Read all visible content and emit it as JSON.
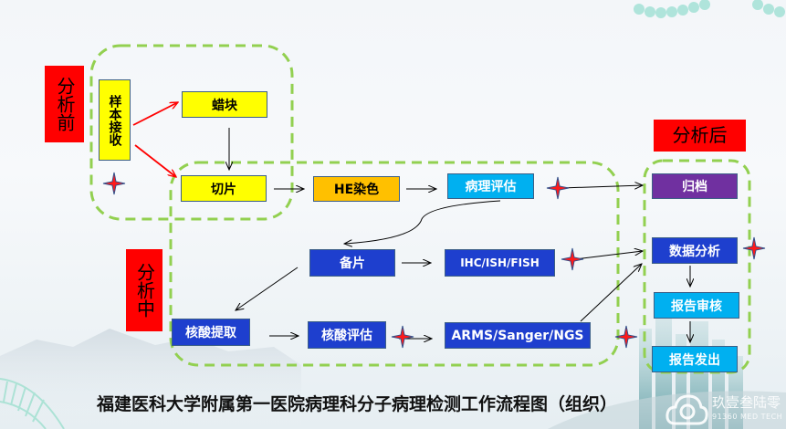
{
  "title": "福建医科大学附属第一医院病理科分子病理检测工作流程图（组织）",
  "phases": {
    "pre": "分析前",
    "mid": "分析中",
    "post": "分析后"
  },
  "nodes": {
    "sample_receive": "样本接收",
    "wax_block": "蜡块",
    "sectioning": "切片",
    "he_stain": "HE染色",
    "path_eval": "病理评估",
    "archive": "归档",
    "prep_slide": "备片",
    "ihc_ish_fish": "IHC/ISH/FISH",
    "data_analysis": "数据分析",
    "na_extract": "核酸提取",
    "na_eval": "核酸评估",
    "arms_sanger_ngs": "ARMS/Sanger/NGS",
    "report_review": "报告审核",
    "report_issue": "报告发出"
  },
  "colors": {
    "phase_red": "#ff0000",
    "yellow": "#ffff00",
    "orange": "#ffc000",
    "cyan": "#00b0f0",
    "blue": "#1e3fce",
    "purple": "#7030a0",
    "dashed_green": "#92d050",
    "arrow_red": "#ff0000"
  },
  "watermark": {
    "name": "玖壹叁陆零",
    "sub": "91360 MED TECH"
  }
}
